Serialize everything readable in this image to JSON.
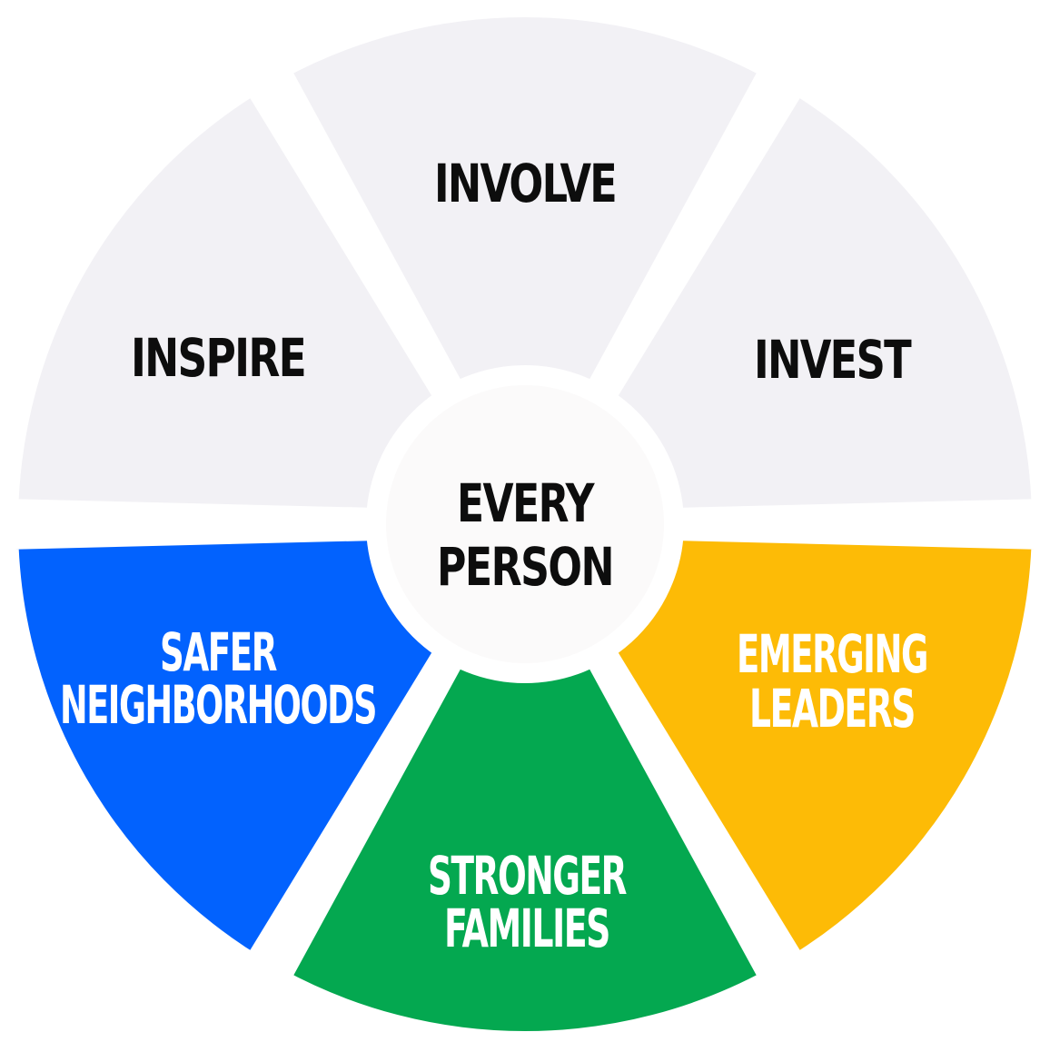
{
  "diagram": {
    "center": {
      "lines": [
        "EVERY",
        "PERSON"
      ],
      "fill": "#fbfafa"
    },
    "segments": [
      {
        "id": "involve",
        "lines": [
          "INVOLVE"
        ],
        "fill": "#f2f1f5",
        "text_color": "#0d0d0d"
      },
      {
        "id": "invest",
        "lines": [
          "INVEST"
        ],
        "fill": "#f2f1f5",
        "text_color": "#0d0d0d"
      },
      {
        "id": "emerging-leaders",
        "lines": [
          "EMERGING",
          "LEADERS"
        ],
        "fill": "#fdbb06",
        "text_color": "#ffffff"
      },
      {
        "id": "stronger-families",
        "lines": [
          "STRONGER",
          "FAMILIES"
        ],
        "fill": "#04a850",
        "text_color": "#ffffff"
      },
      {
        "id": "safer-neighborhoods",
        "lines": [
          "SAFER",
          "NEIGHBORHOODS"
        ],
        "fill": "#0262fe",
        "text_color": "#ffffff"
      },
      {
        "id": "inspire",
        "lines": [
          "INSPIRE"
        ],
        "fill": "#f2f1f5",
        "text_color": "#0d0d0d"
      }
    ]
  }
}
